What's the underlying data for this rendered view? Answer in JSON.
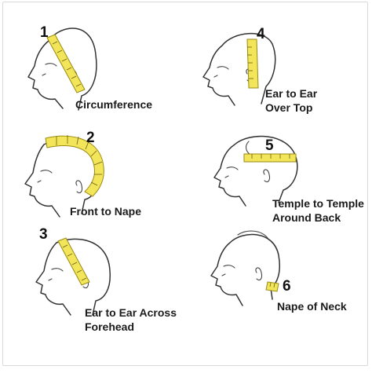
{
  "colors": {
    "tape": "#f2e55a",
    "tape_edge": "#9a8a12",
    "outline": "#333333"
  },
  "measurements": [
    {
      "number": "1",
      "caption": [
        "Circumference"
      ]
    },
    {
      "number": "2",
      "caption": [
        "Front to Nape"
      ]
    },
    {
      "number": "3",
      "caption": [
        "Ear to Ear Across",
        "Forehead"
      ]
    },
    {
      "number": "4",
      "caption": [
        "Ear to Ear",
        "Over Top"
      ]
    },
    {
      "number": "5",
      "caption": [
        "Temple to Temple",
        "Around Back"
      ]
    },
    {
      "number": "6",
      "caption": [
        "Nape of Neck"
      ]
    }
  ]
}
